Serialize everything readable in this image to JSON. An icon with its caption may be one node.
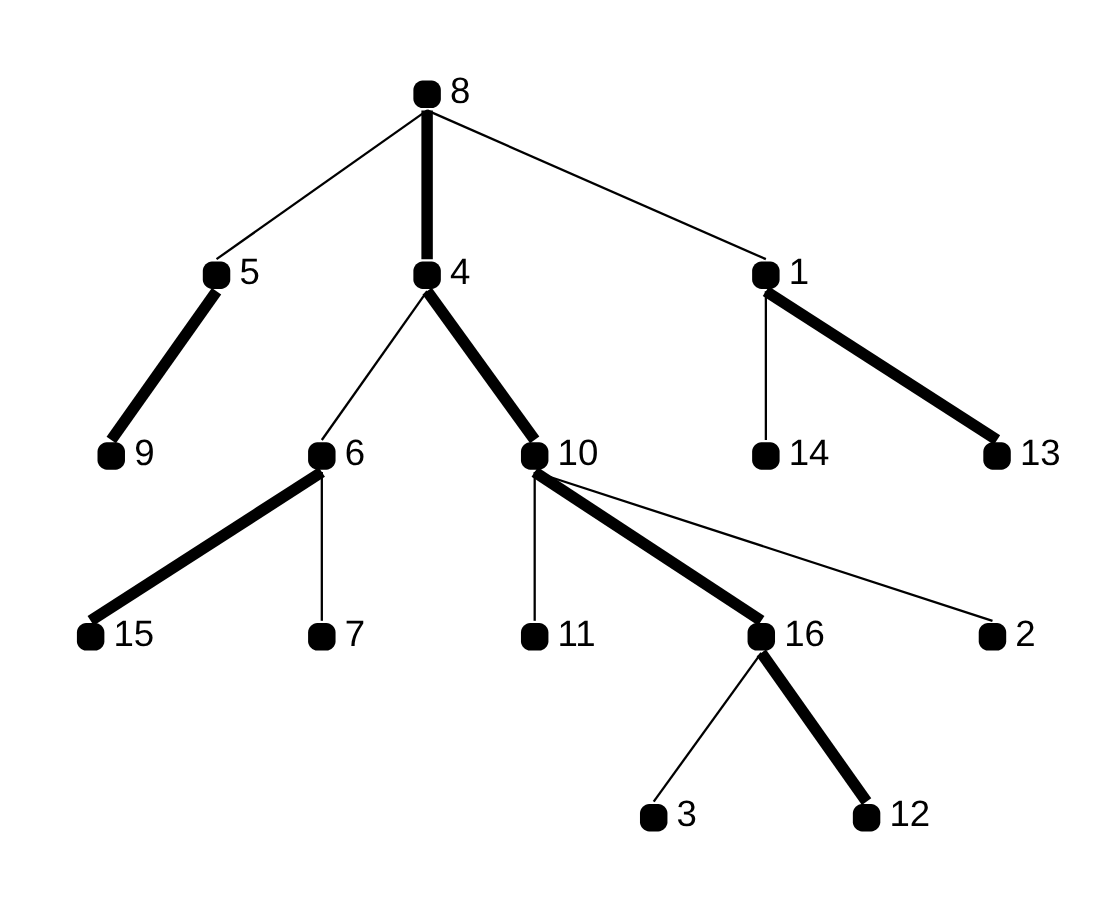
{
  "diagram": {
    "nodes": [
      {
        "text": [],
        "shape": "circle",
        "beside": [
          "8"
        ]
      },
      {
        "text": [],
        "shape": "circle",
        "beside": [
          "5"
        ]
      },
      {
        "text": [],
        "shape": "circle",
        "beside": [
          "4"
        ]
      },
      {
        "text": [],
        "shape": "circle",
        "beside": [
          "1"
        ]
      },
      {
        "text": [],
        "shape": "circle",
        "beside": [
          "9"
        ]
      },
      {
        "text": [],
        "shape": "circle",
        "beside": [
          "6"
        ]
      },
      {
        "text": [],
        "shape": "circle",
        "beside": [
          "10"
        ]
      },
      {
        "text": [],
        "shape": "circle",
        "beside": [
          "14"
        ]
      },
      {
        "text": [],
        "shape": "circle",
        "beside": [
          "13"
        ]
      },
      {
        "text": [],
        "shape": "circle",
        "beside": [
          "15"
        ]
      },
      {
        "text": [],
        "shape": "circle",
        "beside": [
          "7"
        ]
      },
      {
        "text": [],
        "shape": "circle",
        "beside": [
          "11"
        ]
      },
      {
        "text": [],
        "shape": "circle",
        "beside": [
          "16"
        ]
      },
      {
        "text": [],
        "shape": "circle",
        "beside": [
          "2"
        ]
      },
      {
        "text": [],
        "shape": "circle",
        "beside": [
          "3"
        ]
      },
      {
        "text": [],
        "shape": "circle",
        "beside": [
          "12"
        ]
      }
    ],
    "edges": [
      {
        "from": 0,
        "to": 1,
        "arrow": "none"
      },
      {
        "from": 0,
        "to": 2,
        "arrow": "none",
        "style": "thick"
      },
      {
        "from": 0,
        "to": 3,
        "arrow": "none"
      },
      {
        "from": 1,
        "to": 4,
        "arrow": "none",
        "style": "thick"
      },
      {
        "from": 2,
        "to": 5,
        "arrow": "none"
      },
      {
        "from": 2,
        "to": 6,
        "arrow": "none",
        "style": "thick"
      },
      {
        "from": 3,
        "to": 7,
        "arrow": "none"
      },
      {
        "from": 3,
        "to": 8,
        "arrow": "none",
        "style": "thick"
      },
      {
        "from": 5,
        "to": 9,
        "arrow": "none",
        "style": "thick"
      },
      {
        "from": 5,
        "to": 10,
        "arrow": "none"
      },
      {
        "from": 6,
        "to": 11,
        "arrow": "none"
      },
      {
        "from": 6,
        "to": 12,
        "arrow": "none",
        "style": "thick"
      },
      {
        "from": 6,
        "to": 13,
        "arrow": "none"
      },
      {
        "from": 12,
        "to": 14,
        "arrow": "none"
      },
      {
        "from": 12,
        "to": 15,
        "arrow": "none",
        "style": "thick"
      }
    ]
  }
}
